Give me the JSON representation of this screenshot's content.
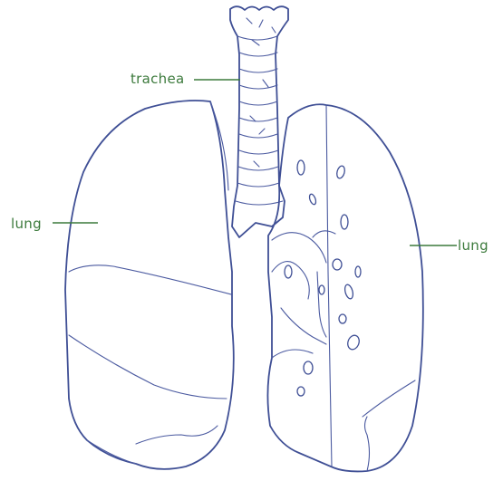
{
  "labels": {
    "trachea": "trachea",
    "lung_left": "lung",
    "lung_right": "lung"
  },
  "colors": {
    "label_text": "#3c7a3c",
    "outline": "#3f4f95",
    "background": "#ffffff"
  }
}
